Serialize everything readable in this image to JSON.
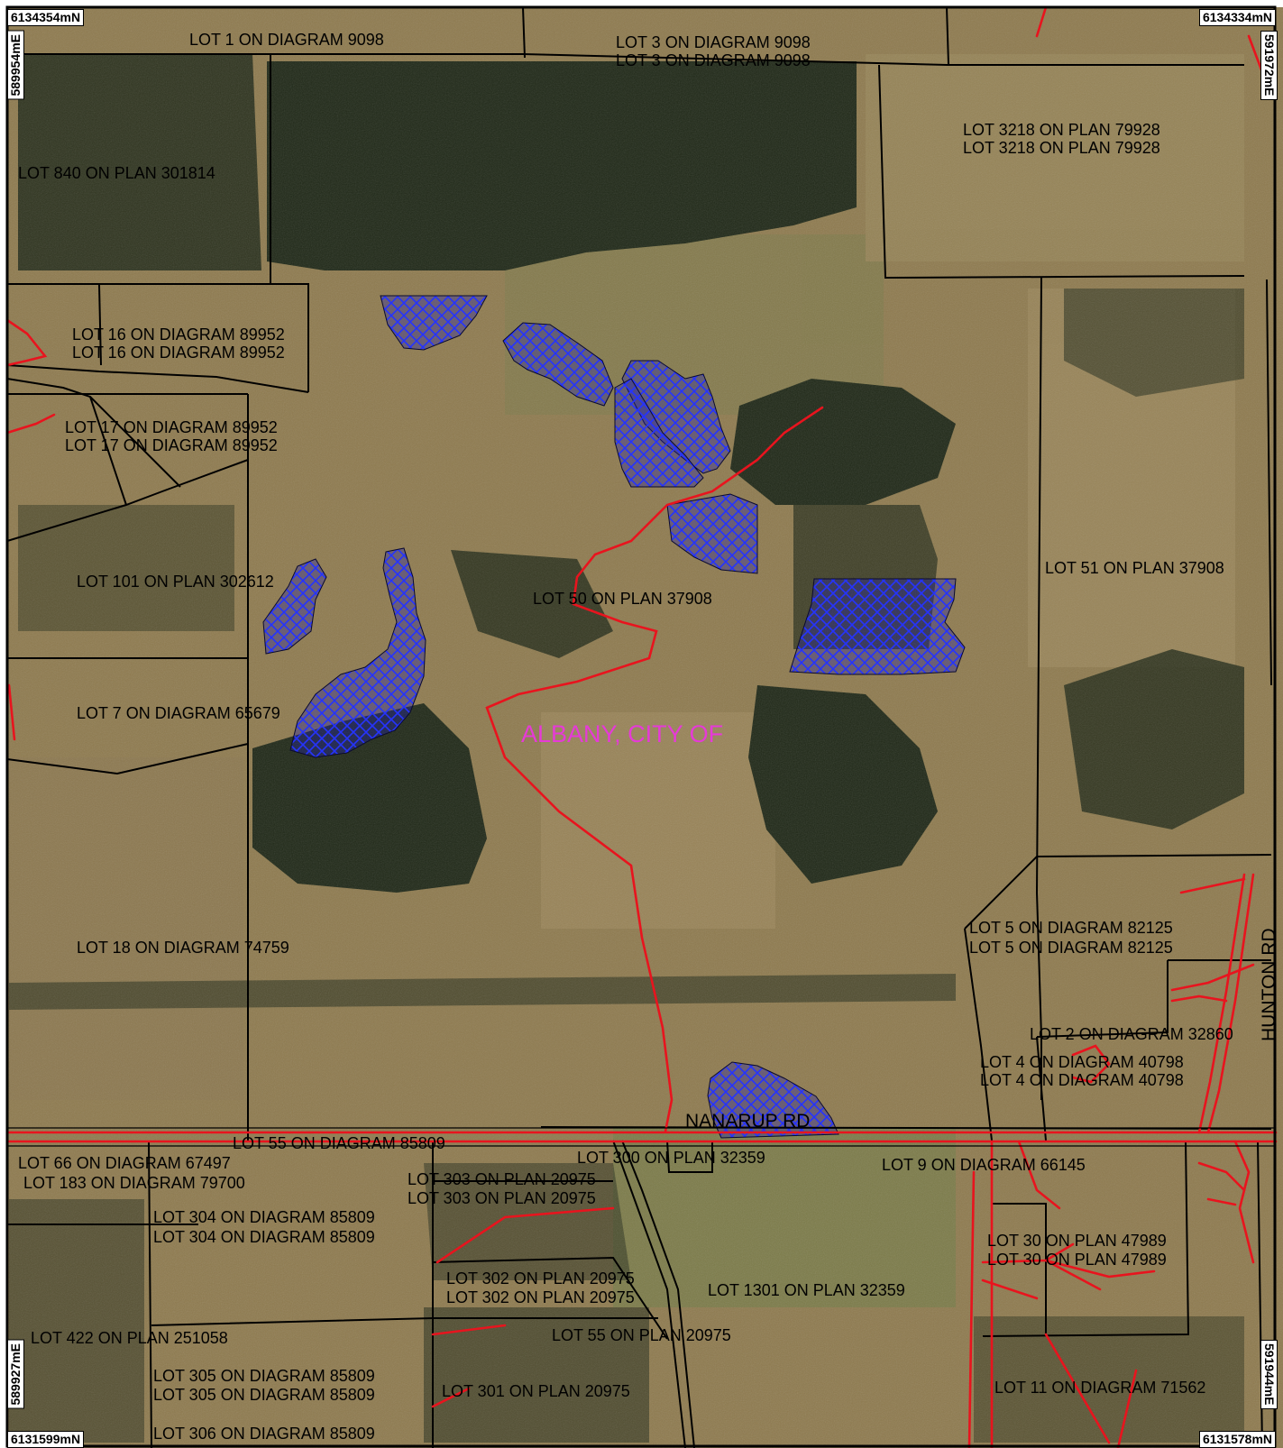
{
  "map": {
    "lga_label": "ALBANY, CITY OF",
    "road_label": "NANARUP RD",
    "road_label_2": "HUNTON RD",
    "colors": {
      "boundary": "#000000",
      "road": "#e8141e",
      "hatch": "#1c2de0",
      "lga": "#e63ad7",
      "background": "#ffffff",
      "aerial_paddock": "#8e7a4e",
      "aerial_forest": "#1f2817"
    }
  },
  "corners": {
    "top_left_northing": "6134354mN",
    "top_right_northing": "6134334mN",
    "bottom_left_northing": "6131599mN",
    "bottom_right_northing": "6131578mN",
    "left_top_easting": "589954mE",
    "left_bottom_easting": "589927mE",
    "right_top_easting": "591972mE",
    "right_bottom_easting": "591944mE"
  },
  "lots": [
    "LOT 1 ON DIAGRAM 9098",
    "LOT 3 ON DIAGRAM 9098",
    "LOT 3 ON DIAGRAM 9098",
    "LOT 3218 ON PLAN 79928",
    "LOT 3218 ON PLAN 79928",
    "LOT 840 ON PLAN 301814",
    "LOT 16 ON DIAGRAM 89952",
    "LOT 16 ON DIAGRAM 89952",
    "LOT 17 ON DIAGRAM 89952",
    "LOT 17 ON DIAGRAM 89952",
    "LOT 101 ON PLAN 302612",
    "LOT 50 ON PLAN 37908",
    "LOT 51 ON PLAN 37908",
    "LOT 7 ON DIAGRAM 65679",
    "LOT 18 ON DIAGRAM 74759",
    "LOT 5 ON DIAGRAM 82125",
    "LOT 5 ON DIAGRAM 82125",
    "LOT 2 ON DIAGRAM 32860",
    "LOT 4 ON DIAGRAM 40798",
    "LOT 4 ON DIAGRAM 40798",
    "LOT 55 ON DIAGRAM 85809",
    "LOT 66 ON DIAGRAM 67497",
    "LOT 183 ON DIAGRAM 79700",
    "LOT 300 ON PLAN 32359",
    "LOT 303 ON PLAN 20975",
    "LOT 303 ON PLAN 20975",
    "LOT 9 ON DIAGRAM 66145",
    "LOT 304 ON DIAGRAM 85809",
    "LOT 304 ON DIAGRAM 85809",
    "LOT 30 ON PLAN 47989",
    "LOT 30 ON PLAN 47989",
    "LOT 302 ON PLAN 20975",
    "LOT 302 ON PLAN 20975",
    "LOT 1301 ON PLAN 32359",
    "LOT 422 ON PLAN 251058",
    "LOT 55 ON PLAN 20975",
    "LOT 305 ON DIAGRAM 85809",
    "LOT 305 ON DIAGRAM 85809",
    "LOT 301 ON PLAN 20975",
    "LOT 11 ON DIAGRAM 71562",
    "LOT 306 ON DIAGRAM 85809"
  ]
}
